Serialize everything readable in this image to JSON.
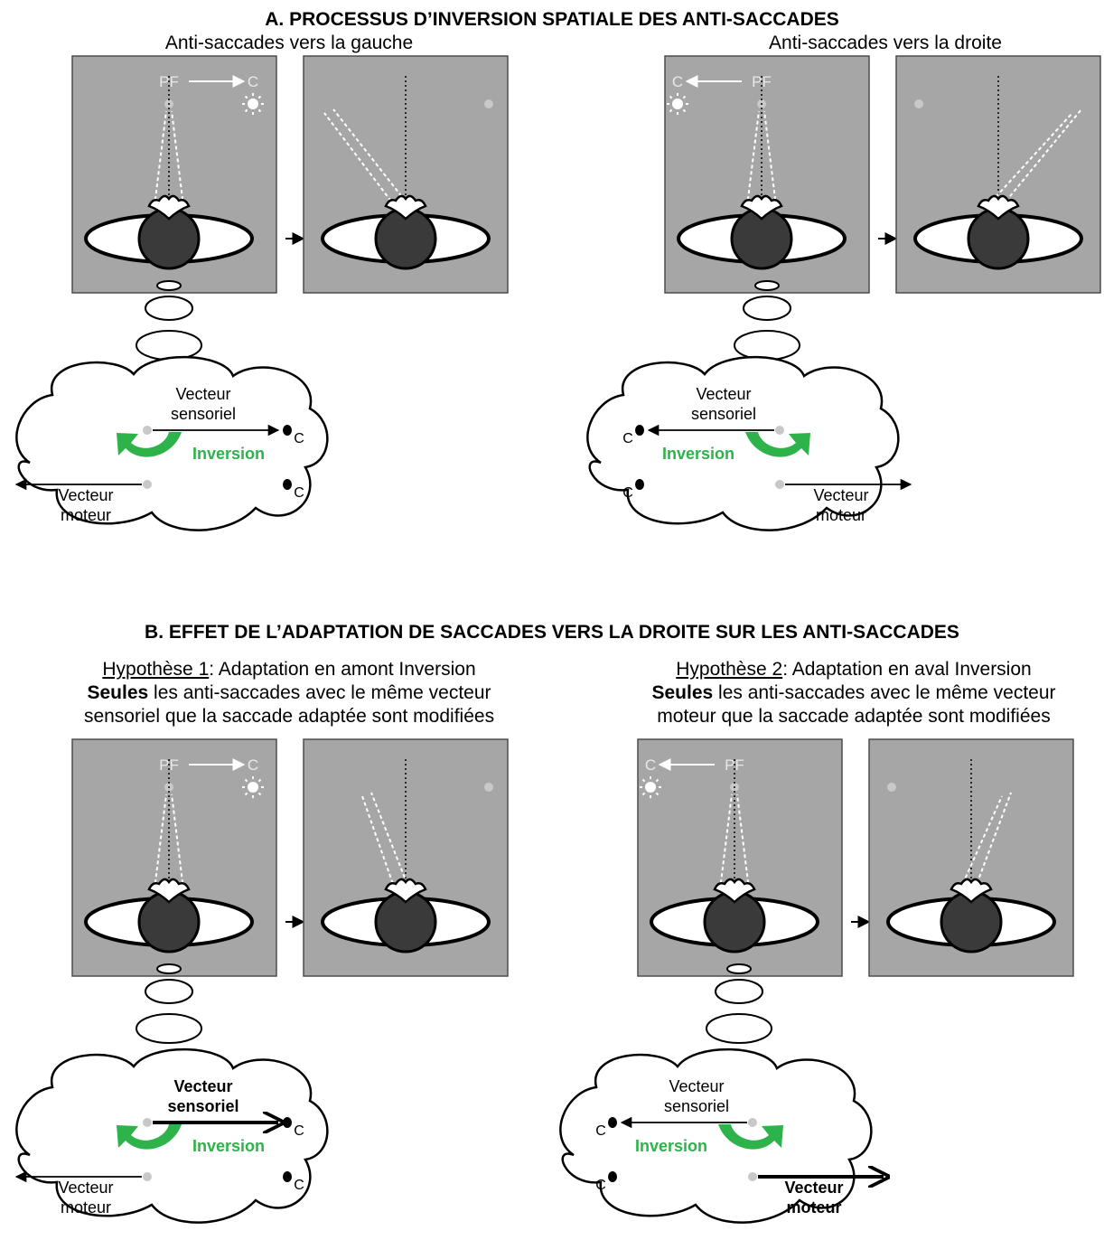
{
  "colors": {
    "panel": "#a6a6a6",
    "panel_border": "#4d4d4d",
    "inversion_green": "#2db34a",
    "dot_gray": "#c8c8c8"
  },
  "section_a": {
    "title": "A. PROCESSUS D’INVERSION SPATIALE DES ANTI-SACCADES",
    "left_subtitle": "Anti-saccades vers la gauche",
    "right_subtitle": "Anti-saccades vers la droite"
  },
  "section_b": {
    "title": "B. EFFET DE L’ADAPTATION DE SACCADES VERS LA DROITE SUR LES ANTI-SACCADES",
    "hyp1": {
      "name": "Hypothèse 1",
      "line1_rest": ": Adaptation en amont Inversion",
      "line2_bold": "Seules",
      "line2_rest": " les anti-saccades avec le même vecteur",
      "line3": "sensoriel que la saccade adaptée sont modifiées"
    },
    "hyp2": {
      "name": "Hypothèse 2",
      "line1_rest": ": Adaptation en aval Inversion",
      "line2_bold": "Seules",
      "line2_rest": " les anti-saccades avec le même vecteur",
      "line3": "moteur que la saccade adaptée sont modifiées"
    }
  },
  "labels": {
    "pf": "PF",
    "c": "C",
    "vecteur": "Vecteur",
    "sensoriel": "sensoriel",
    "moteur": "moteur",
    "inversion": "Inversion"
  }
}
